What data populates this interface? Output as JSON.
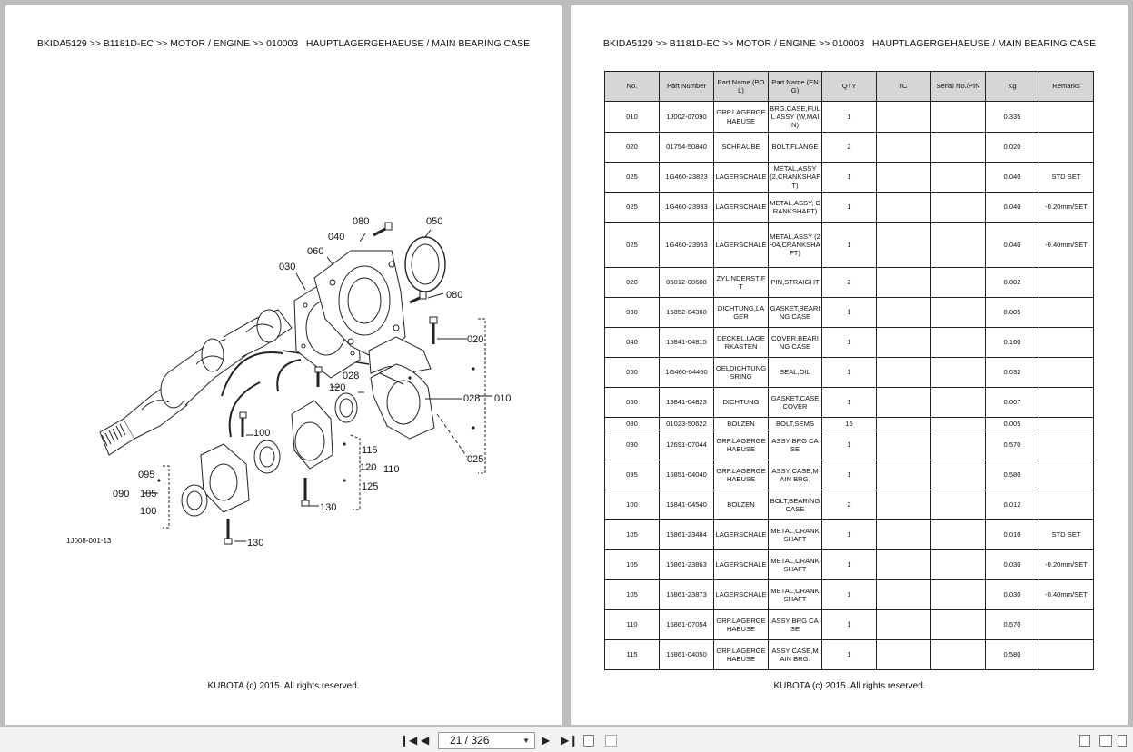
{
  "breadcrumb": "BKIDA5129 >> B1181D-EC >> MOTOR / ENGINE >> 010003   HAUPTLAGERGEHAEUSE / MAIN BEARING CASE",
  "footer": "KUBOTA (c) 2015. All rights reserved.",
  "figure_id": "1J008-001-13",
  "callouts": {
    "c080a": "080",
    "c050": "050",
    "c040": "040",
    "c060": "060",
    "c030": "030",
    "c080b": "080",
    "c020": "020",
    "c028a": "028",
    "c120a": "120",
    "c028b": "028",
    "c010": "010",
    "c100a": "100",
    "c115": "115",
    "c120b": "120",
    "c110": "110",
    "c125": "125",
    "c025": "025",
    "c095": "095",
    "c090": "090",
    "c105": "105",
    "c100b": "100",
    "c130a": "130",
    "c130b": "130"
  },
  "table": {
    "headers": [
      "No.",
      "Part Number",
      "Part Name (POL)",
      "Part Name (ENG)",
      "QTY",
      "IC",
      "Serial No./PIN",
      "Kg",
      "Remarks"
    ],
    "rows": [
      {
        "no": "010",
        "pn": "1J002-07090",
        "pol": "GRP.LAGERGEHAEUSE",
        "eng": "BRG.CASE,FULL ASSY (W,MAIN)",
        "qty": "1",
        "ic": "",
        "serial": "",
        "kg": "0.335",
        "remarks": ""
      },
      {
        "no": "020",
        "pn": "01754-50840",
        "pol": "SCHRAUBE",
        "eng": "BOLT,FLANGE",
        "qty": "2",
        "ic": "",
        "serial": "",
        "kg": "0.020",
        "remarks": ""
      },
      {
        "no": "025",
        "pn": "1G460-23823",
        "pol": "LAGERSCHALE",
        "eng": "METAL,ASSY (2,CRANKSHAFT)",
        "qty": "1",
        "ic": "",
        "serial": "",
        "kg": "0.040",
        "remarks": "STD SET"
      },
      {
        "no": "025",
        "pn": "1G460-23933",
        "pol": "LAGERSCHALE",
        "eng": "METAL,ASSY, CRANKSHAFT)",
        "qty": "1",
        "ic": "",
        "serial": "",
        "kg": "0.040",
        "remarks": "-0.20mm/SET"
      },
      {
        "no": "025",
        "pn": "1G460-23953",
        "pol": "LAGERSCHALE",
        "eng": "METAL,ASSY (2-04,CRANKSHAFT)",
        "qty": "1",
        "ic": "",
        "serial": "",
        "kg": "0.040",
        "remarks": "-0.40mm/SET"
      },
      {
        "no": "028",
        "pn": "05012-00608",
        "pol": "ZYLINDERSTIFT",
        "eng": "PIN,STRAIGHT",
        "qty": "2",
        "ic": "",
        "serial": "",
        "kg": "0.002",
        "remarks": ""
      },
      {
        "no": "030",
        "pn": "15852-04360",
        "pol": "DICHTUNG,LAGER",
        "eng": "GASKET,BEARING CASE",
        "qty": "1",
        "ic": "",
        "serial": "",
        "kg": "0.005",
        "remarks": ""
      },
      {
        "no": "040",
        "pn": "15841-04815",
        "pol": "DECKEL,LAGERKASTEN",
        "eng": "COVER,BEARING CASE",
        "qty": "1",
        "ic": "",
        "serial": "",
        "kg": "0.160",
        "remarks": ""
      },
      {
        "no": "050",
        "pn": "1G460-04460",
        "pol": "OELDICHTUNGSRING",
        "eng": "SEAL,OIL",
        "qty": "1",
        "ic": "",
        "serial": "",
        "kg": "0.032",
        "remarks": ""
      },
      {
        "no": "060",
        "pn": "15841-04823",
        "pol": "DICHTUNG",
        "eng": "GASKET,CASE COVER",
        "qty": "1",
        "ic": "",
        "serial": "",
        "kg": "0.007",
        "remarks": ""
      },
      {
        "no": "080",
        "pn": "01023-50622",
        "pol": "BOLZEN",
        "eng": "BOLT,SEMS",
        "qty": "16",
        "ic": "",
        "serial": "",
        "kg": "0.005",
        "remarks": ""
      },
      {
        "no": "090",
        "pn": "12691-07044",
        "pol": "GRP.LAGERGEHAEUSE",
        "eng": "ASSY BRG CASE",
        "qty": "1",
        "ic": "",
        "serial": "",
        "kg": "0.570",
        "remarks": ""
      },
      {
        "no": "095",
        "pn": "16851-04040",
        "pol": "GRP.LAGERGEHAEUSE",
        "eng": "ASSY CASE,MAIN BRG.",
        "qty": "1",
        "ic": "",
        "serial": "",
        "kg": "0.580",
        "remarks": ""
      },
      {
        "no": "100",
        "pn": "15841-04540",
        "pol": "BOLZEN",
        "eng": "BOLT,BEARING CASE",
        "qty": "2",
        "ic": "",
        "serial": "",
        "kg": "0.012",
        "remarks": ""
      },
      {
        "no": "105",
        "pn": "15861-23484",
        "pol": "LAGERSCHALE",
        "eng": "METAL,CRANKSHAFT",
        "qty": "1",
        "ic": "",
        "serial": "",
        "kg": "0.010",
        "remarks": "STD SET"
      },
      {
        "no": "105",
        "pn": "15861-23863",
        "pol": "LAGERSCHALE",
        "eng": "METAL,CRANKSHAFT",
        "qty": "1",
        "ic": "",
        "serial": "",
        "kg": "0.030",
        "remarks": "-0.20mm/SET"
      },
      {
        "no": "105",
        "pn": "15861-23873",
        "pol": "LAGERSCHALE",
        "eng": "METAL,CRANKSHAFT",
        "qty": "1",
        "ic": "",
        "serial": "",
        "kg": "0.030",
        "remarks": "-0.40mm/SET"
      },
      {
        "no": "110",
        "pn": "16861-07054",
        "pol": "GRP.LAGERGEHAEUSE",
        "eng": "ASSY BRG CASE",
        "qty": "1",
        "ic": "",
        "serial": "",
        "kg": "0.570",
        "remarks": ""
      },
      {
        "no": "115",
        "pn": "16861-04050",
        "pol": "GRP.LAGERGEHAEUSE",
        "eng": "ASSY CASE,MAIN BRG.",
        "qty": "1",
        "ic": "",
        "serial": "",
        "kg": "0.580",
        "remarks": ""
      }
    ]
  },
  "toolbar": {
    "page_indicator": "21 / 326",
    "icons": [
      "first-page-icon",
      "prev-page-icon",
      "next-page-icon",
      "last-page-icon",
      "continuous-view-icon",
      "facing-view-icon",
      "single-page-icon",
      "two-page-icon",
      "thumbnail-icon"
    ]
  }
}
